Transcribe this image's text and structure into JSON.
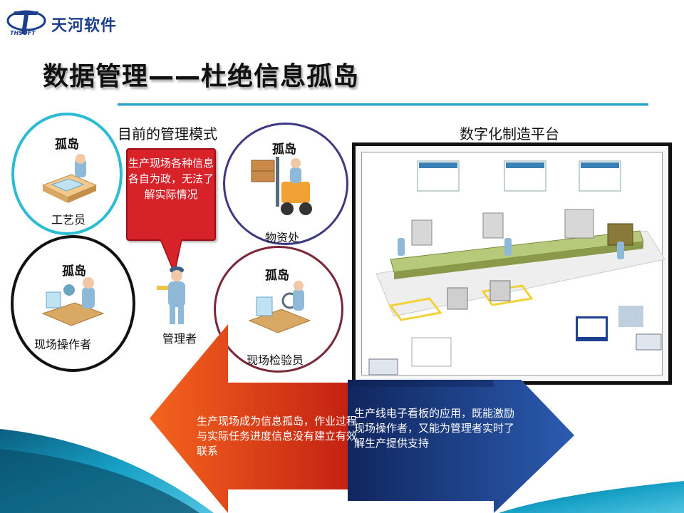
{
  "logo": {
    "text": "天河软件",
    "mark_text": "THSOFT"
  },
  "title": "数据管理——杜绝信息孤岛",
  "captions": {
    "current": "目前的管理模式",
    "platform": "数字化制造平台"
  },
  "islands": [
    {
      "label": "孤岛",
      "role": "工艺员"
    },
    {
      "label": "孤岛",
      "role": "现场操作者"
    },
    {
      "label": "孤岛",
      "role": "物资处"
    },
    {
      "label": "孤岛",
      "role": "现场检验员"
    }
  ],
  "manager": {
    "role": "管理者"
  },
  "bubble": {
    "text": "生产现场各种信息各自为政，无法了解实际情况"
  },
  "arrows": {
    "left_text": "生产现场成为信息孤岛，作业过程与实际任务进度信息没有建立有效联系",
    "right_text": "生产线电子看板的应用，既能激励现场操作者，又能为管理者实时了解生产提供支持"
  },
  "colors": {
    "accent_teal": "#2aa3c9",
    "bubble_red": "#d8222a",
    "arrow_orange": "#e8541c",
    "arrow_blue": "#1d3f8f"
  }
}
